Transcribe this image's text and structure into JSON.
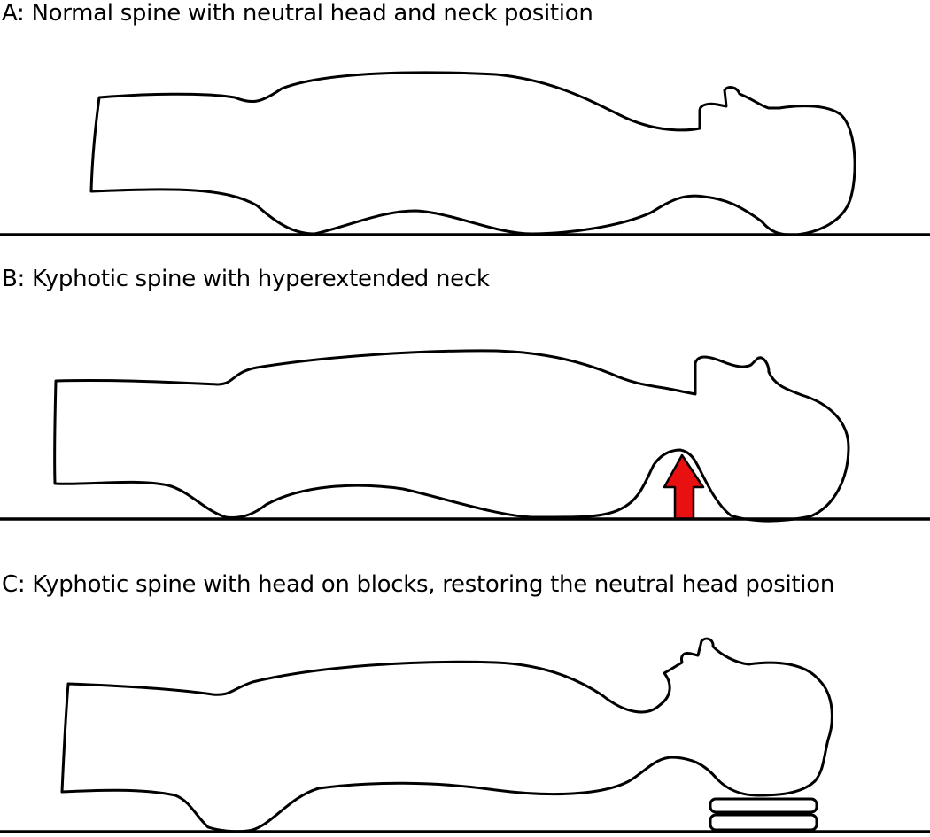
{
  "panels": [
    {
      "label": "A: Normal spine with neutral head and neck position"
    },
    {
      "label": "B: Kyphotic spine with hyperextended neck",
      "arrow_color": "#e81010"
    },
    {
      "label": "C: Kyphotic spine with head on blocks, restoring the neutral head position",
      "block_count": 2
    }
  ]
}
